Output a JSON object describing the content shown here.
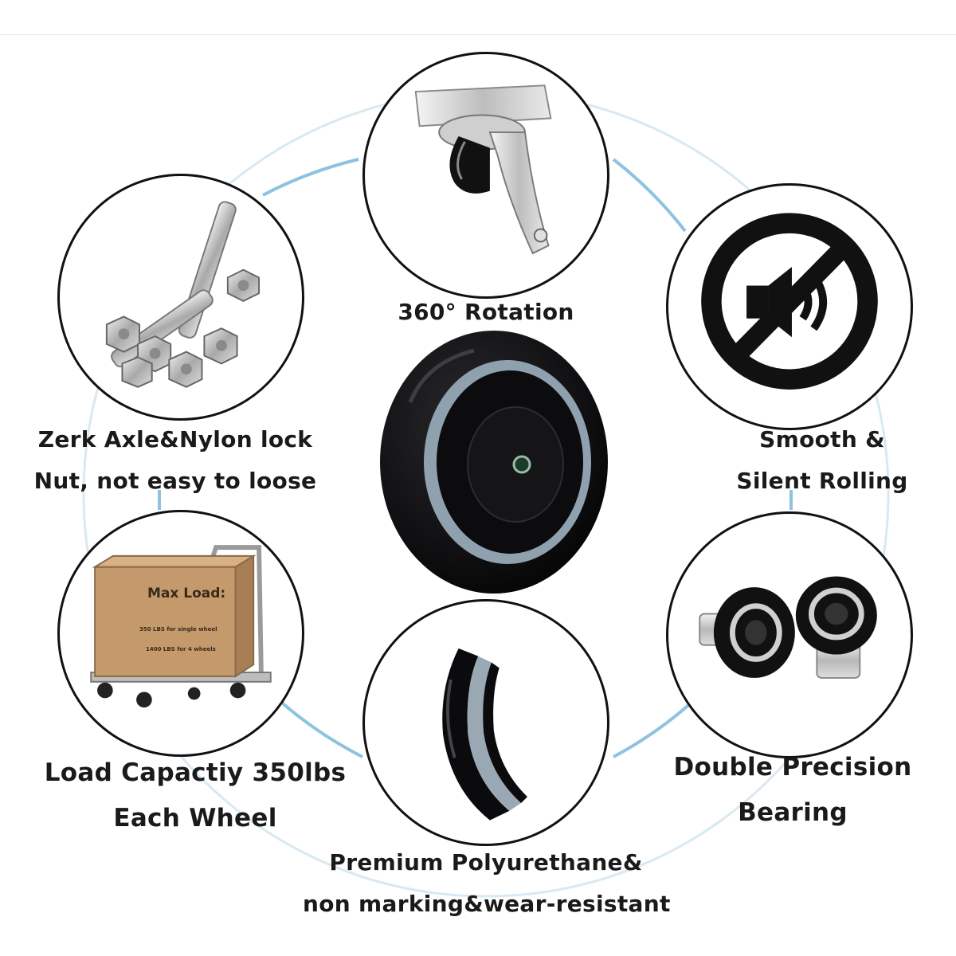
{
  "features": {
    "rotation": {
      "line1": "360° Rotation",
      "icon": "swivel-caster-icon"
    },
    "axle": {
      "line1": "Zerk Axle&Nylon lock",
      "line2": "Nut, not easy to loose",
      "icon": "bolts-nuts-icon"
    },
    "silent": {
      "line1": "Smooth &",
      "line2": "Silent Rolling",
      "icon": "no-sound-icon"
    },
    "load": {
      "line1": "Load Capactiy 350lbs",
      "line2": "Each Wheel",
      "icon": "hand-truck-box-icon",
      "box_title": "Max Load:",
      "box_line1": "350 LBS for single wheel",
      "box_line2": "1400 LBS for 4 wheels"
    },
    "bearing": {
      "line1": "Double Precision",
      "line2": "Bearing",
      "icon": "bearings-icon"
    },
    "material": {
      "line1": "Premium Polyurethane&",
      "line2": "non marking&wear-resistant",
      "icon": "tread-section-icon"
    }
  },
  "center": {
    "icon": "caster-wheel-icon"
  },
  "colors": {
    "ring": "#cfe3ee",
    "connector": "#8ec3e0",
    "outline": "#111111",
    "wheel_tread": "#0b0b0d",
    "wheel_band": "#8fa0ae",
    "box": "#c49a6c"
  }
}
